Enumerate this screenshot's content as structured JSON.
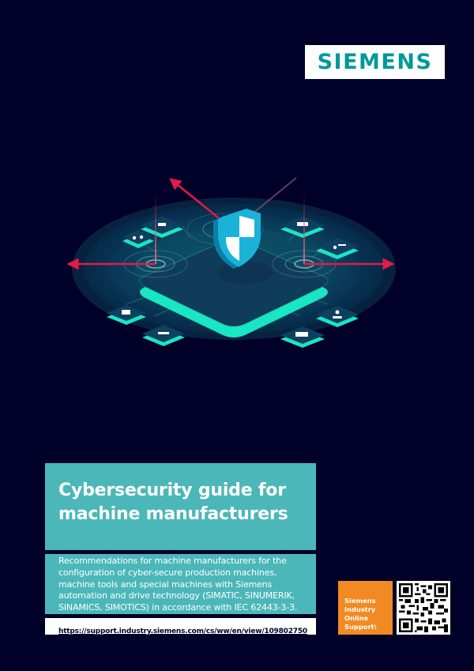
{
  "brand": {
    "logo_text": "SIEMENS",
    "logo_color": "#009999"
  },
  "cover": {
    "title_line1": "Cybersecurity guide for",
    "title_line2": "machine manufacturers",
    "subtitle_lines": [
      "Recommendations for machine manufacturers for the",
      "configuration of cyber-secure production machines,",
      "machine tools and special machines with Siemens",
      "automation and drive technology (SIMATIC, SINUMERIK,",
      "SINAMICS, SIMOTICS) in accordance with IEC 62443-3-3."
    ],
    "url": "https://support.industry.siemens.com/cs/ww/en/view/109802750"
  },
  "support_badge": {
    "lines": [
      "Siemens",
      "Industry",
      "Online",
      "Support\\"
    ],
    "color": "#f28a23"
  },
  "colors": {
    "background": "#000028",
    "teal_panel": "#4cb7b9",
    "accent_green": "#19e6c2",
    "arrow_red": "#e6194b"
  },
  "illustration": {
    "center_icon": "shield-icon",
    "tile_icons": [
      "water-drops-icon",
      "oil-pump-icon",
      "factory-icon",
      "tools-gear-icon",
      "crane-icon",
      "airplane-vehicle-icon",
      "pills-capsule-icon",
      "food-packaging-icon"
    ]
  }
}
